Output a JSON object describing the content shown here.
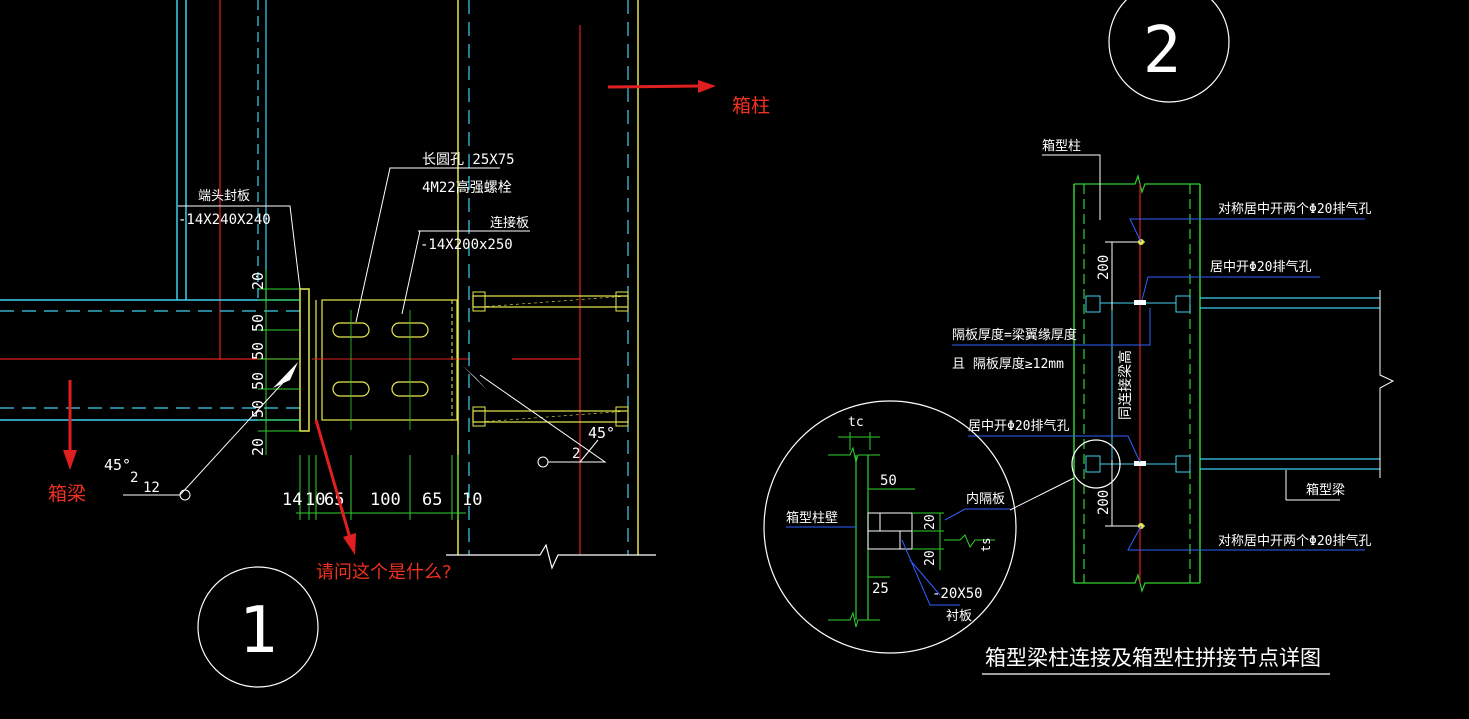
{
  "annotations": {
    "box_column": "箱柱",
    "box_beam": "箱梁",
    "question": "请问这个是什么?"
  },
  "detail1": {
    "circle_label": "1",
    "end_plate_title": "端头封板",
    "end_plate_spec": "-14X240X240",
    "slot_hole": "长圆孔 25X75",
    "bolts": "4M22高强螺栓",
    "connection_plate_title": "连接板",
    "connection_plate_spec": "-14X200x250",
    "weld_left_angle": "45°",
    "weld_left_size": "2",
    "weld_left_gap": "12",
    "weld_right_angle": "45°",
    "weld_right_size": "2",
    "dims_vertical": [
      "20",
      "50",
      "50",
      "50",
      "50",
      "20"
    ],
    "dims_horizontal": [
      "14",
      "10",
      "65",
      "100",
      "65",
      "10"
    ]
  },
  "detail2": {
    "circle_label": "2",
    "box_column_label": "箱型柱",
    "vent_two_top": "对称居中开两个Φ20排气孔",
    "vent_center_top": "居中开Φ20排气孔",
    "diaphragm_note_1": "隔板厚度=梁翼缘厚度",
    "diaphragm_note_2": "且 隔板厚度≥12mm",
    "beam_height_label": "同连接梁高",
    "vent_center_mid": "居中开Φ20排气孔",
    "box_beam_label": "箱型梁",
    "vent_two_bottom": "对称居中开两个Φ20排气孔",
    "dim_200_top": "200",
    "dim_200_bottom": "200",
    "detail_tc": "tc",
    "detail_column_wall": "箱型柱壁",
    "detail_50": "50",
    "detail_20_top": "20",
    "detail_20_bottom": "20",
    "detail_inner_diaphragm": "内隔板",
    "detail_ts": "ts",
    "detail_25": "25",
    "detail_backing_spec": "-20X50",
    "detail_backing": "衬板"
  },
  "title": "箱型梁柱连接及箱型柱拼接节点详图",
  "colors": {
    "background": "#000000",
    "cyan": "#3fd0f0",
    "yellow": "#e8e850",
    "green": "#30d030",
    "red": "#e02020",
    "white": "#ffffff",
    "blue": "#3060ff",
    "annotation_red": "#f03020"
  }
}
